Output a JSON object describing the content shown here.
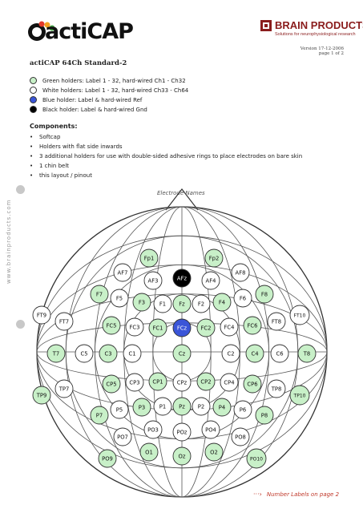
{
  "header": {
    "logo_text": "actiCAP",
    "brand_name": "BRAIN PRODUCTS",
    "brand_tagline": "Solutions for neurophysiological research",
    "version": "Version 17-12-2006",
    "page": "page 1 of 2"
  },
  "doc_title": "actiCAP 64Ch Standard-2",
  "legend": [
    {
      "color": "#c8f0c8",
      "text": "Green holders: Label 1 - 32, hard-wired Ch1 - Ch32"
    },
    {
      "color": "#ffffff",
      "text": "White holders: Label 1 - 32, hard-wired Ch33 - Ch64"
    },
    {
      "color": "#3a55d8",
      "text": "Blue holder: Label & hard-wired Ref"
    },
    {
      "color": "#000000",
      "text": "Black holder: Label & hard-wired Gnd"
    }
  ],
  "components": {
    "title": "Components:",
    "items": [
      "Softcap",
      "Holders with flat side inwards",
      "3 additional holders for use with double-sided adhesive rings to place electrodes on bare skin",
      "1 chin belt",
      "this layout / pinout"
    ]
  },
  "side_text": "www.brainproducts.com",
  "diagram_title": "Electrode Names",
  "footer_link": "Number Labels on page 2",
  "colors": {
    "green": "#c8f0c8",
    "white": "#ffffff",
    "blue": "#3a55d8",
    "black": "#000000"
  },
  "electrodes": [
    {
      "label": "Fp1",
      "type": "green"
    },
    {
      "label": "Fp2",
      "type": "green"
    },
    {
      "label": "AF7",
      "type": "white"
    },
    {
      "label": "AF3",
      "type": "white"
    },
    {
      "label": "AFz",
      "type": "black"
    },
    {
      "label": "AF4",
      "type": "white"
    },
    {
      "label": "AF8",
      "type": "white"
    },
    {
      "label": "F7",
      "type": "green"
    },
    {
      "label": "F5",
      "type": "white"
    },
    {
      "label": "F3",
      "type": "green"
    },
    {
      "label": "F1",
      "type": "white"
    },
    {
      "label": "Fz",
      "type": "green"
    },
    {
      "label": "F2",
      "type": "white"
    },
    {
      "label": "F4",
      "type": "green"
    },
    {
      "label": "F6",
      "type": "white"
    },
    {
      "label": "F8",
      "type": "green"
    },
    {
      "label": "FT9",
      "type": "white"
    },
    {
      "label": "FT7",
      "type": "white"
    },
    {
      "label": "FC5",
      "type": "green"
    },
    {
      "label": "FC3",
      "type": "white"
    },
    {
      "label": "FC1",
      "type": "green"
    },
    {
      "label": "FCz",
      "type": "blue"
    },
    {
      "label": "FC2",
      "type": "green"
    },
    {
      "label": "FC4",
      "type": "white"
    },
    {
      "label": "FC6",
      "type": "green"
    },
    {
      "label": "FT8",
      "type": "white"
    },
    {
      "label": "FT10",
      "type": "white"
    },
    {
      "label": "T7",
      "type": "green"
    },
    {
      "label": "C5",
      "type": "white"
    },
    {
      "label": "C3",
      "type": "green"
    },
    {
      "label": "C1",
      "type": "white"
    },
    {
      "label": "Cz",
      "type": "green"
    },
    {
      "label": "C2",
      "type": "white"
    },
    {
      "label": "C4",
      "type": "green"
    },
    {
      "label": "C6",
      "type": "white"
    },
    {
      "label": "T8",
      "type": "green"
    },
    {
      "label": "TP9",
      "type": "green"
    },
    {
      "label": "TP7",
      "type": "white"
    },
    {
      "label": "CP5",
      "type": "green"
    },
    {
      "label": "CP3",
      "type": "white"
    },
    {
      "label": "CP1",
      "type": "green"
    },
    {
      "label": "CPz",
      "type": "white"
    },
    {
      "label": "CP2",
      "type": "green"
    },
    {
      "label": "CP4",
      "type": "white"
    },
    {
      "label": "CP6",
      "type": "green"
    },
    {
      "label": "TP8",
      "type": "white"
    },
    {
      "label": "TP10",
      "type": "green"
    },
    {
      "label": "P7",
      "type": "green"
    },
    {
      "label": "P5",
      "type": "white"
    },
    {
      "label": "P3",
      "type": "green"
    },
    {
      "label": "P1",
      "type": "white"
    },
    {
      "label": "Pz",
      "type": "green"
    },
    {
      "label": "P2",
      "type": "white"
    },
    {
      "label": "P4",
      "type": "green"
    },
    {
      "label": "P6",
      "type": "white"
    },
    {
      "label": "P8",
      "type": "green"
    },
    {
      "label": "PO7",
      "type": "white"
    },
    {
      "label": "PO3",
      "type": "white"
    },
    {
      "label": "POz",
      "type": "white"
    },
    {
      "label": "PO4",
      "type": "white"
    },
    {
      "label": "PO8",
      "type": "white"
    },
    {
      "label": "PO9",
      "type": "green"
    },
    {
      "label": "O1",
      "type": "green"
    },
    {
      "label": "Oz",
      "type": "green"
    },
    {
      "label": "O2",
      "type": "green"
    },
    {
      "label": "PO10",
      "type": "green"
    }
  ]
}
